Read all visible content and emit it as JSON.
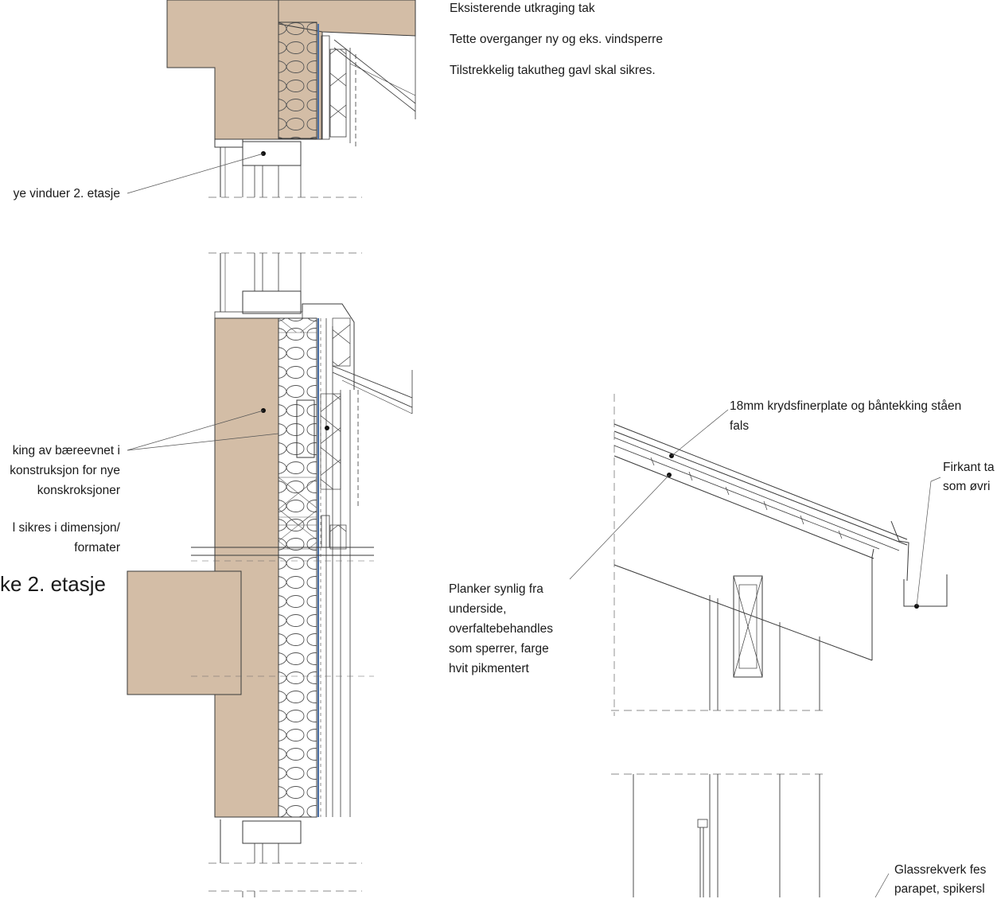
{
  "notes": {
    "roof_overhang": "Eksisterende utkraging tak",
    "seal_windbarrier": "Tette overganger ny og eks. vindsperre",
    "gable_tightness": "Tilstrekkelig takutheg gavl skal sikres."
  },
  "labels": {
    "windows_2nd_floor": "ye vinduer 2. etasje",
    "bearing_line1": "king av bæreevnet i",
    "bearing_line2": "konstruksjon for nye",
    "bearing_line3": "konskroksjoner",
    "dimension_line1": "l sikres i dimensjon/",
    "dimension_line2": "formater",
    "section_title": "ke 2. etasje",
    "plywood_line1": "18mm krydsfinerplate og båntekking ståen",
    "plywood_line2": "fals",
    "square_line1": "Firkant ta",
    "square_line2": "som øvri",
    "planks_line1": "Planker synlig fra",
    "planks_line2": "underside,",
    "planks_line3": "overfaltebehandles",
    "planks_line4": "som sperrer, farge",
    "planks_line5": "hvit pikmentert",
    "glass_line1": "Glassrekverk fes",
    "glass_line2": "parapet, spikersl"
  },
  "colors": {
    "masonry": "#d3bda6",
    "line": "#3a3a3a",
    "membrane": "#4a6fa5"
  }
}
